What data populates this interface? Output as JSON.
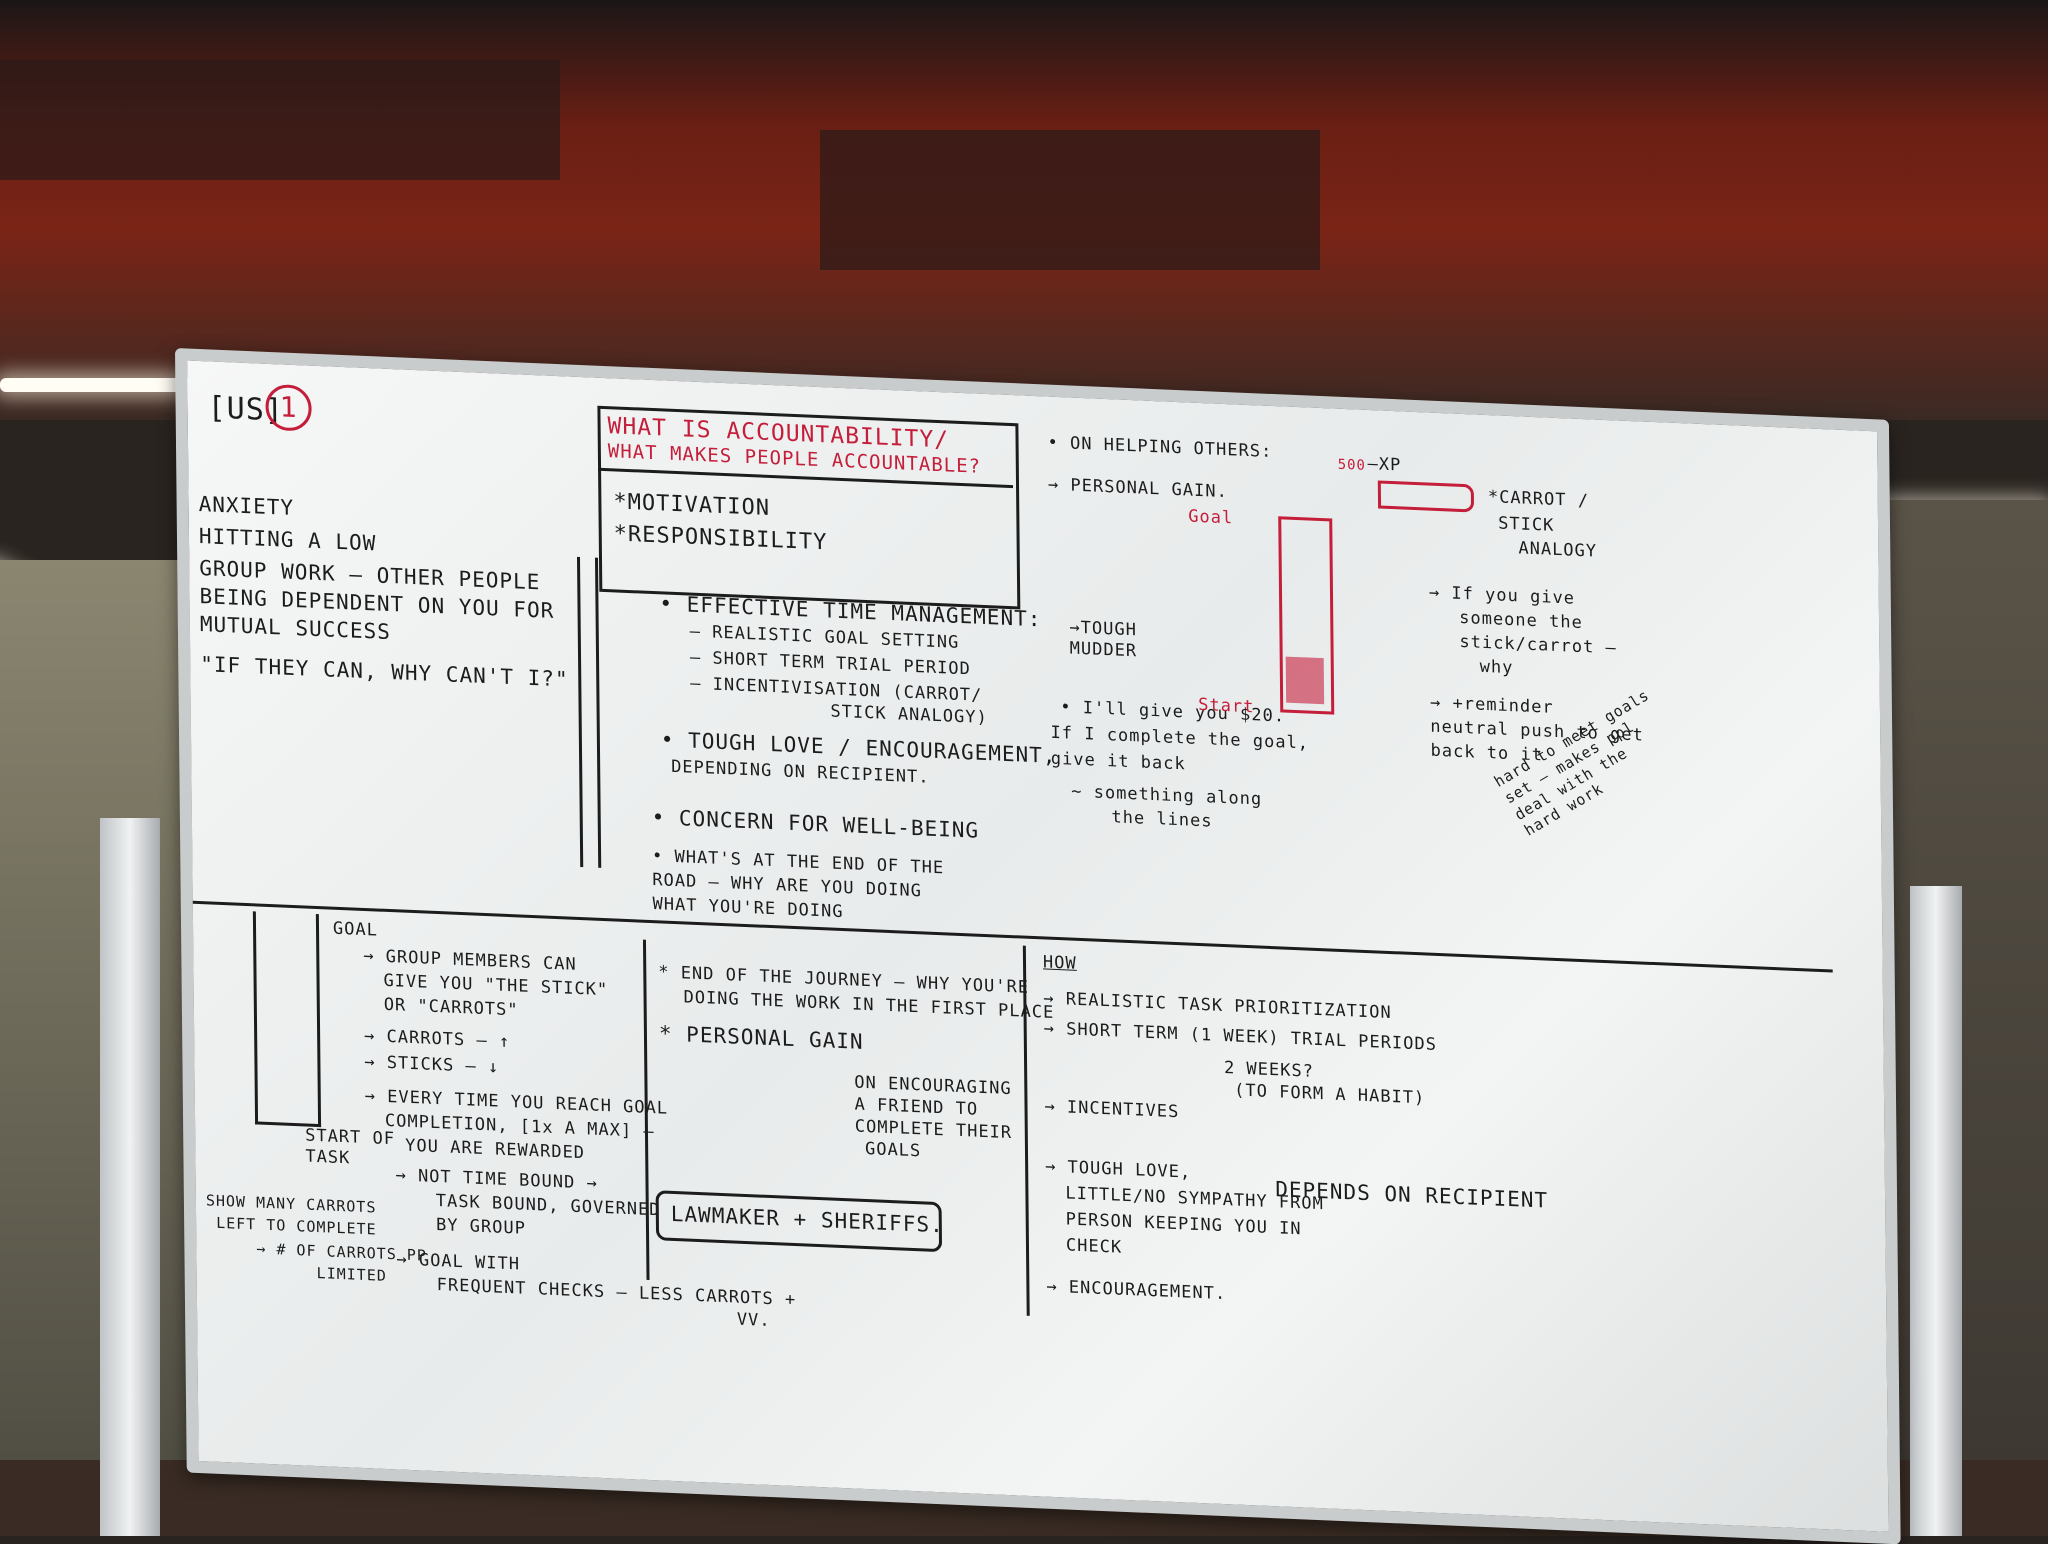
{
  "board": {
    "tag_us": "US",
    "tag_num": "1",
    "header_title": "WHAT IS ACCOUNTABILITY/",
    "header_subtitle": "WHAT MAKES PEOPLE ACCOUNTABLE?",
    "header_items": [
      "*MOTIVATION",
      "*RESPONSIBILITY"
    ],
    "left_list": [
      "ANXIETY",
      "HITTING A LOW",
      "GROUP WORK — OTHER PEOPLE",
      "BEING DEPENDENT ON YOU FOR",
      "MUTUAL SUCCESS",
      "\"IF THEY CAN, WHY CAN'T I?\""
    ],
    "middle_list": [
      "• EFFECTIVE TIME MANAGEMENT:",
      "– REALISTIC GOAL SETTING",
      "– SHORT TERM TRIAL PERIOD",
      "– INCENTIVISATION (CARROT/",
      "STICK ANALOGY)",
      "• TOUGH LOVE / ENCOURAGEMENT,",
      "DEPENDING ON RECIPIENT.",
      "• CONCERN FOR WELL-BEING",
      "• WHAT'S AT THE END OF THE",
      "ROAD — WHY ARE YOU DOING",
      "WHAT YOU'RE DOING"
    ],
    "right_top": [
      "• ON HELPING OTHERS:",
      "→ PERSONAL GAIN.",
      "→TOUGH MUDDER"
    ],
    "right_quote": [
      "• I'll give you $20.",
      "If I complete the goal,",
      "give it back",
      "~ something along",
      "the lines"
    ],
    "carrot_labels": [
      "500",
      "—XP",
      "*CARROT /",
      "STICK",
      "ANALOGY"
    ],
    "carrot_note": [
      "→ If you give",
      "someone the",
      "stick/carrot —",
      "why",
      "→ +reminder",
      "neutral push to get",
      "back to it"
    ],
    "side_note": [
      "hard to meet goals",
      "set — makes ppl",
      "deal with the",
      "hard work"
    ],
    "goal_label": "GOAL",
    "start_label": "START OF TASK",
    "bottom_left": [
      "→ GROUP MEMBERS CAN",
      "GIVE YOU \"THE STICK\"",
      "OR \"CARROTS\"",
      "→ CARROTS — ↑",
      "→ STICKS — ↓",
      "→ EVERY TIME YOU REACH GOAL",
      "COMPLETION, [1x A MAX] —",
      "YOU ARE REWARDED",
      "→ NOT TIME BOUND →",
      "TASK BOUND, GOVERNED",
      "BY GROUP",
      "→ GOAL WITH",
      "FREQUENT CHECKS — LESS CARROTS +",
      "VV."
    ],
    "bottom_left_note": [
      "SHOW MANY CARROTS",
      "LEFT TO COMPLETE",
      "→ # OF CARROTS PP",
      "LIMITED"
    ],
    "bottom_middle": [
      "* END OF THE JOURNEY — WHY YOU'RE",
      "DOING THE WORK IN THE FIRST PLACE",
      "* PERSONAL GAIN"
    ],
    "bottom_middle_note": [
      "ON ENCOURAGING",
      "A FRIEND TO",
      "COMPLETE THEIR",
      "GOALS"
    ],
    "lawmaker": "LAWMAKER + SHERIFFS.",
    "how_label": "HOW",
    "bottom_right": [
      "→ REALISTIC TASK PRIORITIZATION",
      "→ SHORT TERM (1 WEEK) TRIAL PERIODS",
      "2 WEEKS?",
      "(TO FORM A HABIT)",
      "→ INCENTIVES",
      "→ TOUGH LOVE,",
      "LITTLE/NO SYMPATHY FROM",
      "PERSON KEEPING YOU IN",
      "CHECK",
      "→ ENCOURAGEMENT."
    ],
    "depends": "DEPENDS ON RECIPIENT",
    "red_goal": "Goal",
    "red_start": "Start"
  }
}
